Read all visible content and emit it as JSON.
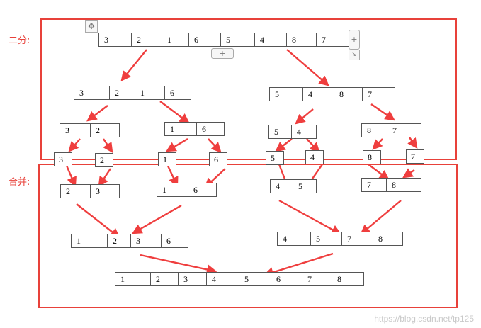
{
  "labels": {
    "split": "二分:",
    "merge": "合并:"
  },
  "handles": {
    "move": "✥",
    "add_col": "+",
    "add_row": "+",
    "resize": "↘"
  },
  "colors": {
    "frame": "#e8413a",
    "arrow": "#ef3e3e"
  },
  "levels": {
    "split0": [
      "3",
      "2",
      "1",
      "6",
      "5",
      "4",
      "8",
      "7"
    ],
    "split1_left": [
      "3",
      "2",
      "1",
      "6"
    ],
    "split1_right": [
      "5",
      "4",
      "8",
      "7"
    ],
    "split2_a": [
      "3",
      "2"
    ],
    "split2_b": [
      "1",
      "6"
    ],
    "split2_c": [
      "5",
      "4"
    ],
    "split2_d": [
      "8",
      "7"
    ],
    "singles": [
      "3",
      "2",
      "1",
      "6",
      "5",
      "4",
      "8",
      "7"
    ],
    "merge1_a": [
      "2",
      "3"
    ],
    "merge1_b": [
      "1",
      "6"
    ],
    "merge1_c": [
      "4",
      "5"
    ],
    "merge1_d": [
      "7",
      "8"
    ],
    "merge2_left": [
      "1",
      "2",
      "3",
      "6"
    ],
    "merge2_right": [
      "4",
      "5",
      "7",
      "8"
    ],
    "merge3": [
      "1",
      "2",
      "3",
      "4",
      "5",
      "6",
      "7",
      "8"
    ]
  },
  "watermark": "https://blog.csdn.net/tp125"
}
